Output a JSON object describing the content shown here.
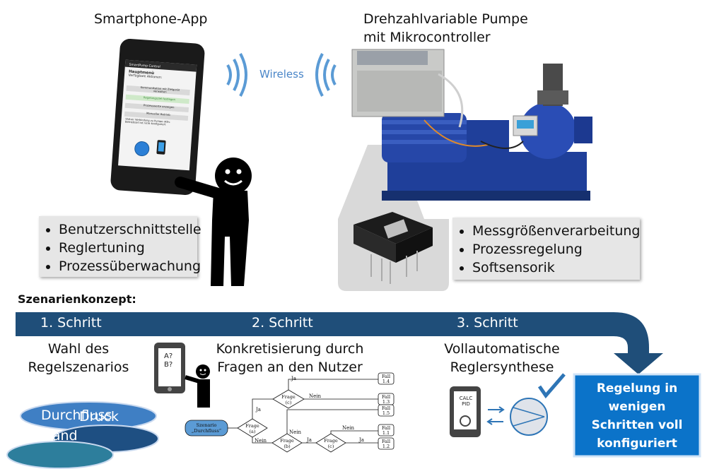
{
  "top": {
    "smartphone_app": "Smartphone-App",
    "pump_title_line1": "Drehzahlvariable Pumpe",
    "pump_title_line2": "mit Mikrocontroller",
    "wireless": "Wireless"
  },
  "phone_screen": {
    "app_title": "SmartPump Control",
    "heading": "Hauptmenü",
    "subheading": "Verfügbare Aktionen:",
    "btn_comm_1": "Kommunikation mit Zielgerät",
    "btn_comm_2": "verwalten",
    "btn_setpoint": "Regelungsziel festlegen",
    "btn_process": "Prozesswerte anzeigen",
    "btn_manual": "Manueller Betrieb",
    "status_1": "Status: Verbindung zu Pumpe aktiv.",
    "status_2": "Betriebsart ist nicht konfiguriert"
  },
  "left_box": {
    "items": [
      "Benutzerschnittstelle",
      "Reglertuning",
      "Prozessüberwachung"
    ]
  },
  "right_box": {
    "items": [
      "Messgrößenverarbeitung",
      "Prozessregelung",
      "Softsensorik"
    ]
  },
  "scenario": {
    "title": "Szenarienkonzept:",
    "steps": [
      "1. Schritt",
      "2. Schritt",
      "3. Schritt"
    ],
    "step1_line1": "Wahl des",
    "step1_line2": "Regelszenarios",
    "step2_line1": "Konkretisierung durch",
    "step2_line2": "Fragen an den Nutzer",
    "step3_line1": "Vollautomatische",
    "step3_line2": "Reglersynthese",
    "pills": [
      "Durchfluss",
      "Druck",
      "Füllstand"
    ],
    "result_lines": [
      "Regelung in",
      "wenigen",
      "Schritten voll",
      "konfiguriert"
    ],
    "phone_q": [
      "A?",
      "B?"
    ],
    "calc_lines": [
      "CALC",
      "PID"
    ]
  },
  "flowchart": {
    "start_1": "Szenario",
    "start_2": "„Durchfluss“",
    "frage": "Frage",
    "a": "(a)",
    "b": "(b)",
    "c": "(c)",
    "ja": "Ja",
    "nein": "Nein",
    "fall": "Fall",
    "cases": [
      "1.4",
      "1.3",
      "1.5",
      "1.1",
      "1.2"
    ]
  },
  "colors": {
    "arrow": "#1f4e79",
    "result_box": "#0b73c9",
    "pill": "#4f87c9"
  }
}
